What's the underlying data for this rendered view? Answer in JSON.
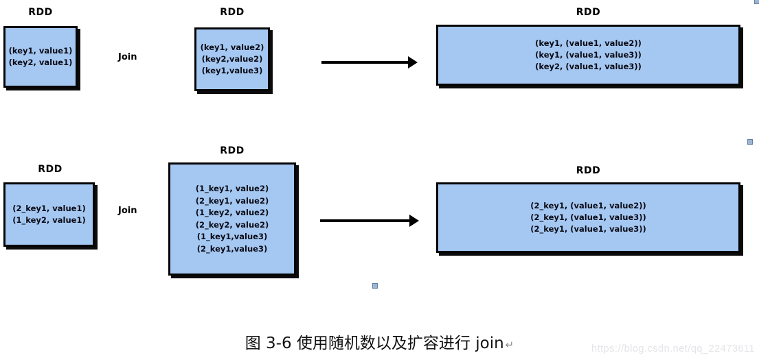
{
  "colors": {
    "box_fill": "#a5c8f2",
    "box_border": "#050505",
    "box_shadow": "#0b0b0b",
    "arrow": "#000000",
    "handle_fill": "#9fb4cf",
    "handle_border": "#5f7fa8",
    "watermark_text": "#e4e4e8"
  },
  "rows": [
    {
      "join_label": "Join",
      "boxes": [
        {
          "title": "RDD",
          "lines": [
            "(key1, value1)",
            "(key2, value1)"
          ]
        },
        {
          "title": "RDD",
          "lines": [
            "(key1, value2)",
            "(key2,value2)",
            "(key1,value3)"
          ]
        },
        {
          "title": "RDD",
          "lines": [
            "(key1, (value1, value2))",
            "(key1, (value1, value3))",
            "(key2, (value1, value3))"
          ]
        }
      ]
    },
    {
      "join_label": "Join",
      "boxes": [
        {
          "title": "RDD",
          "lines": [
            "(2_key1, value1)",
            "(1_key2, value1)"
          ]
        },
        {
          "title": "RDD",
          "lines": [
            "(1_key1, value2)",
            "(2_key1, value2)",
            "(1_key2, value2)",
            "(2_key2, value2)",
            "(1_key1,value3)",
            "(2_key1,value3)"
          ]
        },
        {
          "title": "RDD",
          "lines": [
            "(2_key1, (value1, value2))",
            "(2_key1, (value1, value3))",
            "(2_key1, (value1, value3))"
          ]
        }
      ]
    }
  ],
  "caption": {
    "text": "图 3-6 使用随机数以及扩容进行 join",
    "paragraph_mark": "↵"
  },
  "watermark": "https://blog.csdn.net/qq_22473611"
}
